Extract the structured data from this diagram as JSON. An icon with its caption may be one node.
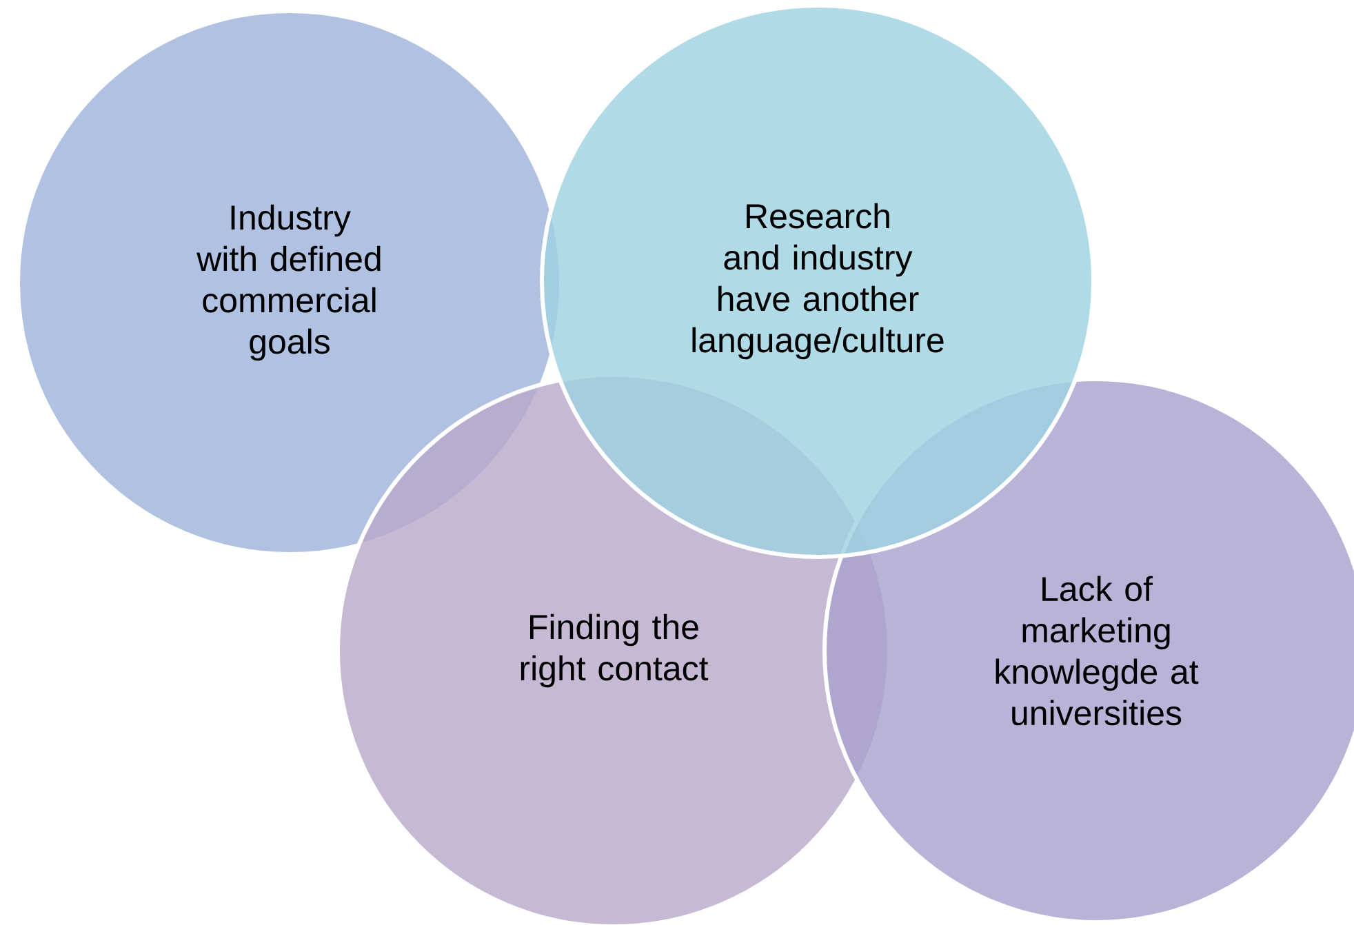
{
  "diagram": {
    "nodes": [
      {
        "text": [
          "Industry with defined commercial goals"
        ]
      },
      {
        "text": [
          "Research and industry have another language/culture"
        ]
      },
      {
        "text": [
          "Finding the right contact"
        ]
      },
      {
        "text": [
          "Lack of marketing knowlegde at universities"
        ]
      }
    ]
  }
}
